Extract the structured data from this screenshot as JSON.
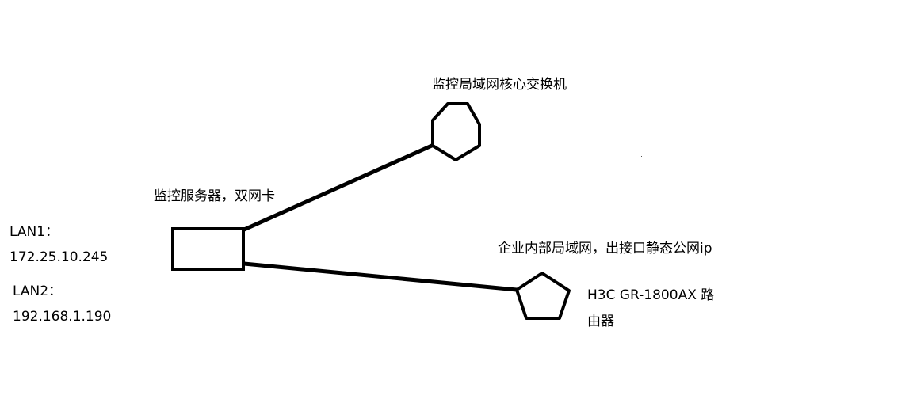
{
  "diagram": {
    "nodes": [
      {
        "id": "switch",
        "shape": "hexagon",
        "label": "监控局域网核心交换机"
      },
      {
        "id": "server",
        "shape": "rectangle",
        "label": "监控服务器，双网卡"
      },
      {
        "id": "router",
        "shape": "pentagon",
        "label_lines": [
          "H3C GR-1800AX 路",
          "由器"
        ]
      }
    ],
    "edges": [
      {
        "from": "server",
        "to": "switch"
      },
      {
        "from": "server",
        "to": "router"
      }
    ],
    "annotations": {
      "lan1_label": "LAN1：",
      "lan1_ip": "172.25.10.245",
      "lan2_label": "LAN2：",
      "lan2_ip": "192.168.1.190",
      "enterprise_lan": "企业内部局域网，出接口静态公网ip"
    },
    "colors": {
      "background": "#ffffff",
      "stroke": "#000000",
      "text": "#000000"
    }
  }
}
